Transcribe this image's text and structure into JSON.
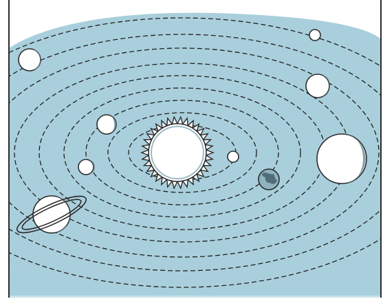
{
  "colors": {
    "background": "#ffffff",
    "sky_band": "#a9cfdc",
    "frame": "#2b2b2b",
    "orbit_line": "#1f1f1f",
    "sun_fill": "#ffffff",
    "sun_rays": "#ffffff",
    "planet_fill": "#ffffff",
    "planet_shade": "#6f8f9c",
    "earth_fill": "#8fb3bf"
  },
  "diagram": {
    "subject": "solar-system",
    "orbit_count": 9,
    "planet_count": 9,
    "planets": [
      {
        "id": "mercury",
        "icon": "small-planet-icon"
      },
      {
        "id": "venus",
        "icon": "small-planet-icon"
      },
      {
        "id": "earth",
        "icon": "earth-icon"
      },
      {
        "id": "mars",
        "icon": "small-planet-icon"
      },
      {
        "id": "jupiter",
        "icon": "large-planet-icon"
      },
      {
        "id": "saturn",
        "icon": "ringed-planet-icon"
      },
      {
        "id": "uranus",
        "icon": "planet-icon"
      },
      {
        "id": "neptune",
        "icon": "planet-icon"
      },
      {
        "id": "pluto",
        "icon": "small-planet-icon"
      }
    ],
    "star": {
      "id": "sun",
      "icon": "sun-icon"
    }
  }
}
